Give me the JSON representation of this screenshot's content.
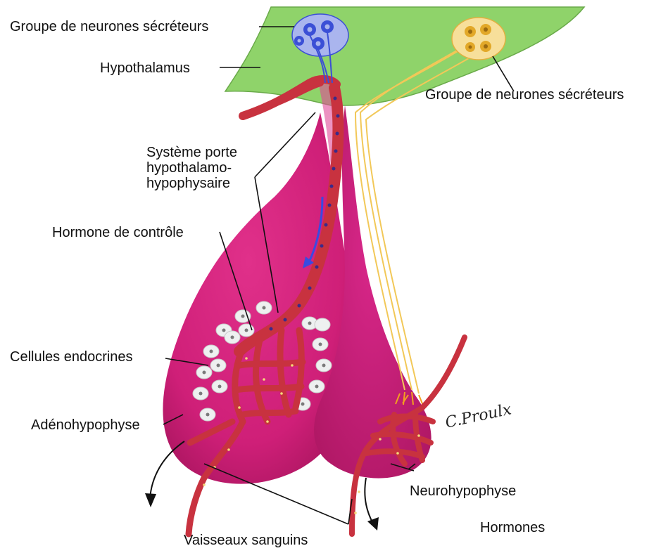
{
  "labels": {
    "neurons_left": "Groupe de neurones sécréteurs",
    "hypothalamus": "Hypothalamus",
    "neurons_right": "Groupe de neurones sécréteurs",
    "portal_system": "Système porte\nhypothalamo-\nhypophysaire",
    "control_hormone": "Hormone de contrôle",
    "endocrine_cells": "Cellules endocrines",
    "adenohypophysis": "Adénohypophyse",
    "neurohypophysis": "Neurohypophyse",
    "blood_vessels": "Vaisseaux sanguins",
    "hormones": "Hormones"
  },
  "signature": "C.Proulx",
  "colors": {
    "hypothalamus": "#8fd36a",
    "gland": "#d6247e",
    "gland_dark": "#a8155e",
    "vessel": "#c8323f",
    "neurons_blue": "#3b4fd6",
    "neurons_yellow": "#f2c858",
    "cell": "#eef0f0",
    "arrow_blue": "#3a4be0"
  }
}
